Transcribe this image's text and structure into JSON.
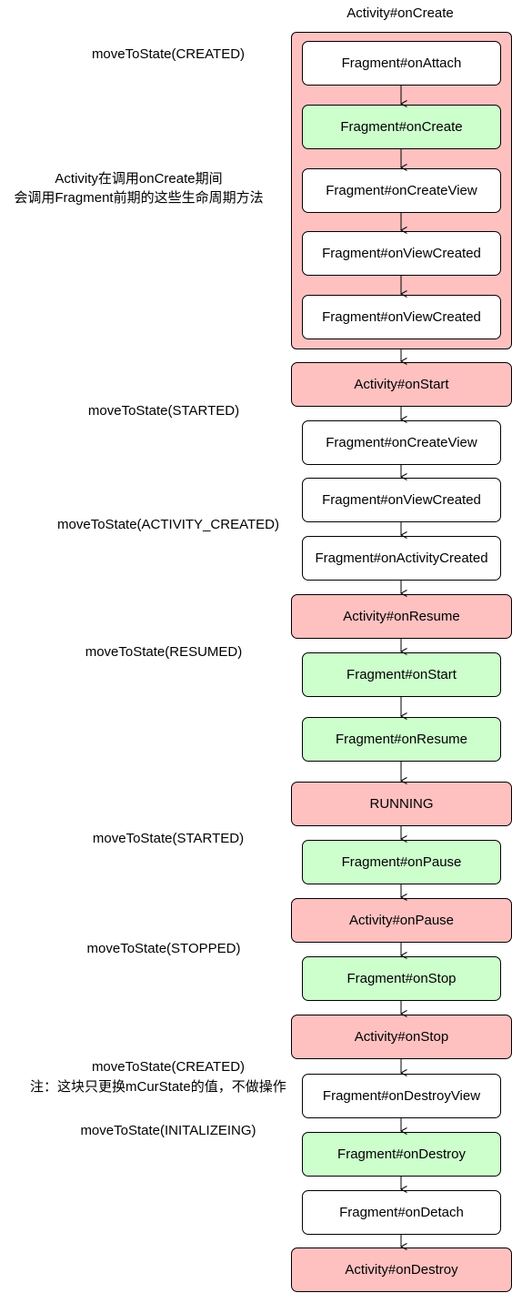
{
  "diagram": {
    "group_title": "Activity#onCreate",
    "annotations": {
      "created_state": "moveToState(CREATED)",
      "oncreate_note_line1": "Activity在调用onCreate期间",
      "oncreate_note_line2": "会调用Fragment前期的这些生命周期方法",
      "started_state": "moveToState(STARTED)",
      "activity_created_state": "moveToState(ACTIVITY_CREATED)",
      "resumed_state": "moveToState(RESUMED)",
      "started_state_2": "moveToState(STARTED)",
      "stopped_state": "moveToState(STOPPED)",
      "created_state_2": "moveToState(CREATED)",
      "curstate_note": "注：这块只更换mCurState的值，不做操作",
      "initializing_state": "moveToState(INITALIZEING)"
    },
    "nodes": [
      {
        "label": "Fragment#onAttach",
        "fill": "white"
      },
      {
        "label": "Fragment#onCreate",
        "fill": "green"
      },
      {
        "label": "Fragment#onCreateView",
        "fill": "white"
      },
      {
        "label": "Fragment#onViewCreated",
        "fill": "white"
      },
      {
        "label": "Fragment#onViewCreated",
        "fill": "white"
      },
      {
        "label": "Activity#onStart",
        "fill": "red"
      },
      {
        "label": "Fragment#onCreateView",
        "fill": "white"
      },
      {
        "label": "Fragment#onViewCreated",
        "fill": "white"
      },
      {
        "label": "Fragment#onActivityCreated",
        "fill": "white"
      },
      {
        "label": "Activity#onResume",
        "fill": "red"
      },
      {
        "label": "Fragment#onStart",
        "fill": "green"
      },
      {
        "label": "Fragment#onResume",
        "fill": "green"
      },
      {
        "label": "RUNNING",
        "fill": "red"
      },
      {
        "label": "Fragment#onPause",
        "fill": "green"
      },
      {
        "label": "Activity#onPause",
        "fill": "red"
      },
      {
        "label": "Fragment#onStop",
        "fill": "green"
      },
      {
        "label": "Activity#onStop",
        "fill": "red"
      },
      {
        "label": "Fragment#onDestroyView",
        "fill": "white"
      },
      {
        "label": "Fragment#onDestroy",
        "fill": "green"
      },
      {
        "label": "Fragment#onDetach",
        "fill": "white"
      },
      {
        "label": "Activity#onDestroy",
        "fill": "red"
      }
    ],
    "colors": {
      "white": "#ffffff",
      "green": "#ccffcc",
      "red": "#ffc0c0",
      "line": "#000000"
    }
  }
}
